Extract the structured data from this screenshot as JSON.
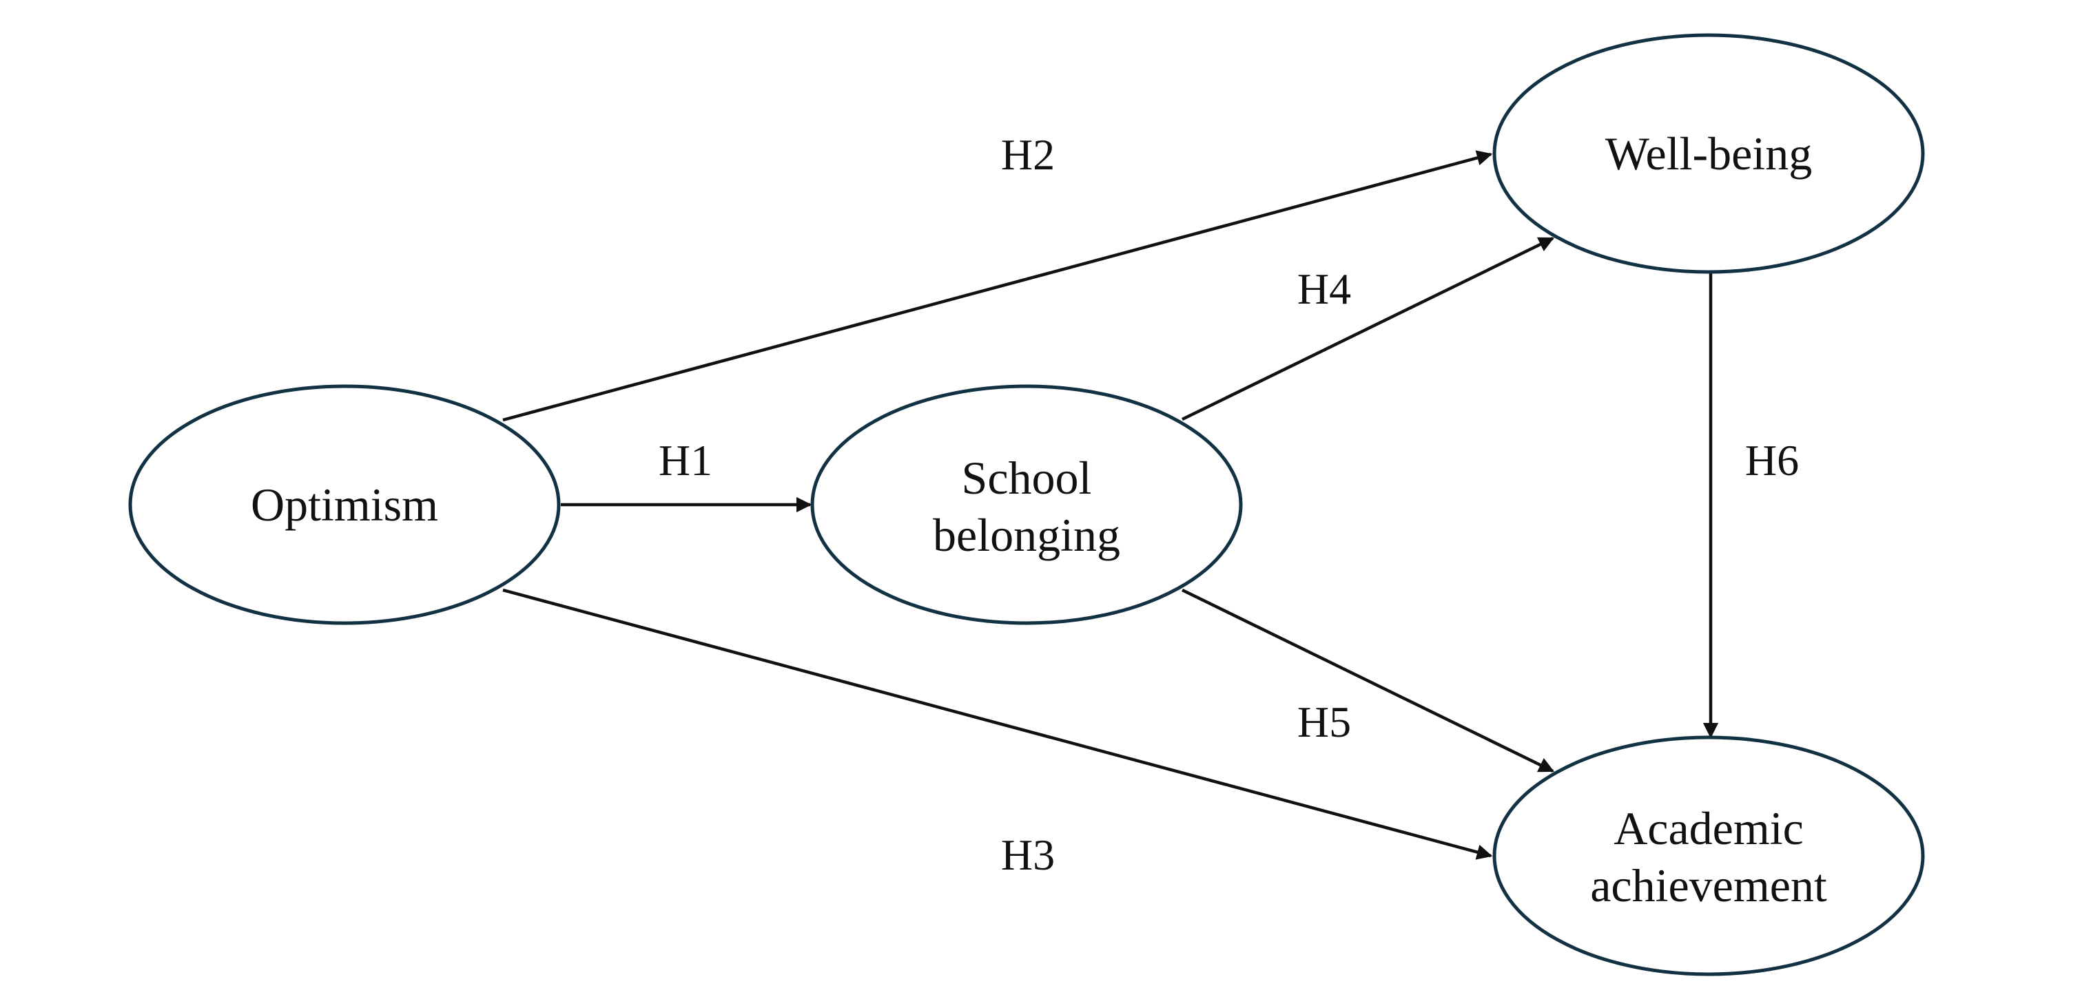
{
  "diagram": {
    "nodes": [
      {
        "id": "optimism",
        "lines": [
          "Optimism"
        ]
      },
      {
        "id": "school_belonging",
        "lines": [
          "School",
          "belonging"
        ]
      },
      {
        "id": "well_being",
        "lines": [
          "Well-being"
        ]
      },
      {
        "id": "academic_achievement",
        "lines": [
          "Academic",
          "achievement"
        ]
      }
    ],
    "edges": [
      {
        "from": "optimism",
        "to": "school_belonging",
        "label": "H1"
      },
      {
        "from": "optimism",
        "to": "well_being",
        "label": "H2"
      },
      {
        "from": "optimism",
        "to": "academic_achievement",
        "label": "H3"
      },
      {
        "from": "school_belonging",
        "to": "well_being",
        "label": "H4"
      },
      {
        "from": "school_belonging",
        "to": "academic_achievement",
        "label": "H5"
      },
      {
        "from": "well_being",
        "to": "academic_achievement",
        "label": "H6"
      }
    ],
    "colors": {
      "node_stroke": "#123244",
      "arrow_stroke": "#111111",
      "text": "#111111",
      "background": "#ffffff"
    }
  }
}
